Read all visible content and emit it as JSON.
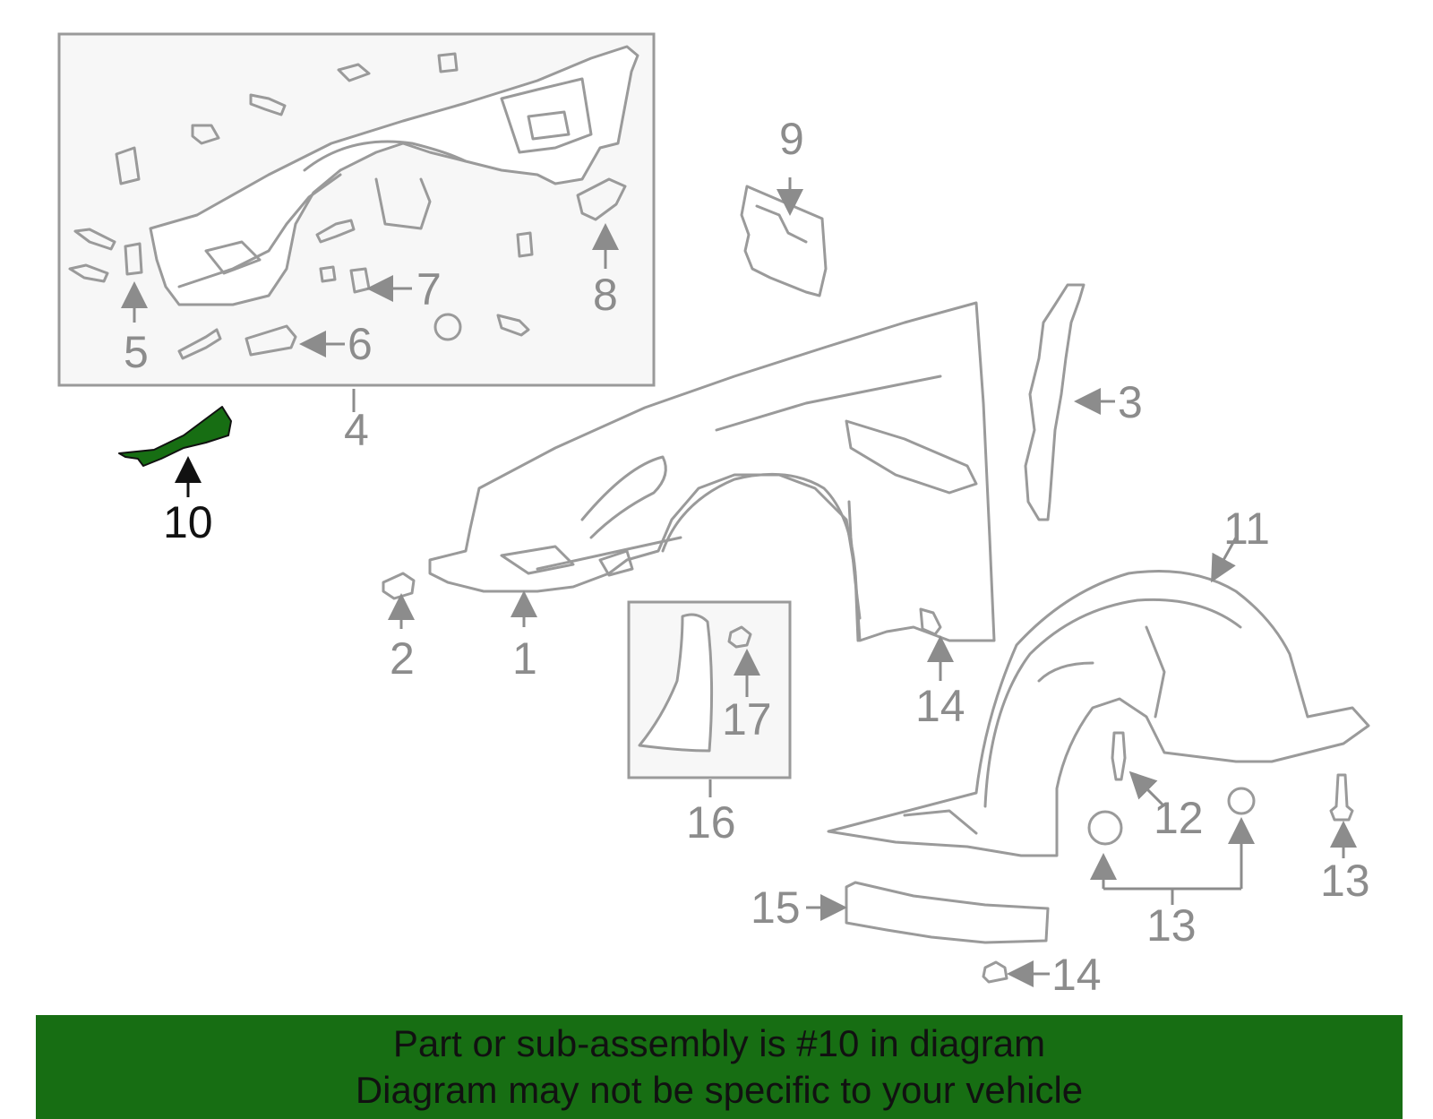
{
  "callouts": {
    "c1": "1",
    "c2": "2",
    "c3": "3",
    "c4": "4",
    "c5": "5",
    "c6": "6",
    "c7": "7",
    "c8": "8",
    "c9": "9",
    "c10": "10",
    "c11": "11",
    "c12": "12",
    "c13a": "13",
    "c13b": "13",
    "c14a": "14",
    "c14b": "14",
    "c15": "15",
    "c16": "16",
    "c17": "17"
  },
  "banner": {
    "line1": "Part or sub-assembly is #10 in diagram",
    "line2": "Diagram may not be specific to your vehicle"
  },
  "colors": {
    "highlight_part": "#176e13",
    "banner_background": "#176e13",
    "part_outline": "#9a9a9a",
    "callout_text": "#8c8c8c",
    "highlight_text": "#111111"
  }
}
